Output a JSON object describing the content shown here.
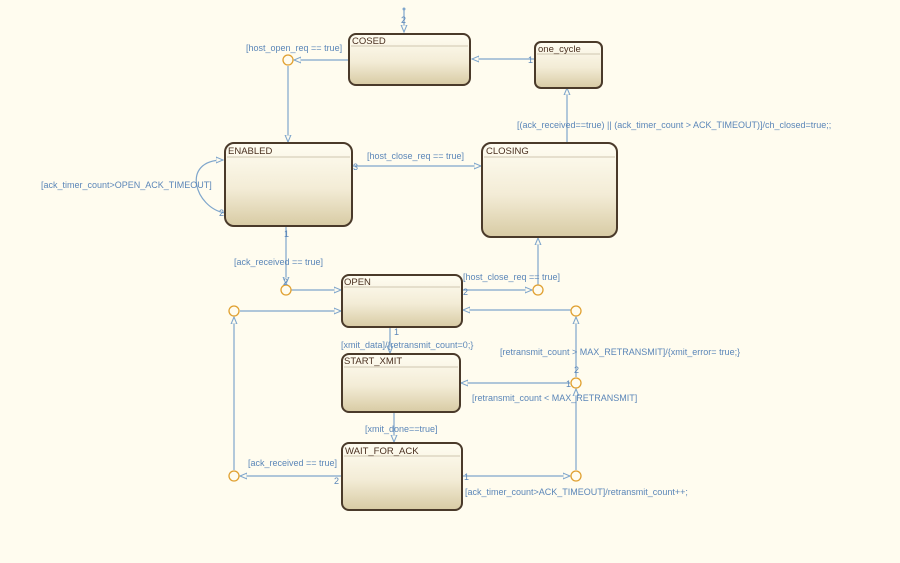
{
  "states": {
    "cosed": "COSED",
    "one_cycle": "one_cycle",
    "enabled": "ENABLED",
    "closing": "CLOSING",
    "open": "OPEN",
    "start_xmit": "START_XMIT",
    "wait_for_ack": "WAIT_FOR_ACK"
  },
  "transitions": {
    "default_order": "2",
    "host_open_req": "[host_open_req == true]",
    "one_cycle_order": "1",
    "closing_to_one_cycle": "[(ack_received==true)  || (ack_timer_count > ACK_TIMEOUT)]/ch_closed=true;;",
    "host_close_req_enabled": "[host_close_req == true]",
    "enabled_order_3": "3",
    "enabled_self": "[ack_timer_count>OPEN_ACK_TIMEOUT]",
    "enabled_order_2": "2",
    "enabled_order_1": "1",
    "ack_received_enabled": "[ack_received == true]",
    "open_junction_order": "2",
    "host_close_req_open": "[host_close_req == true]",
    "open_order_2": "2",
    "xmit_data": "[xmit_data]/{retransmit_count=0;}",
    "open_order_1": "1",
    "retransmit_gt": "[retransmit_count > MAX_RETRANSMIT]/{xmit_error= true;}",
    "retransmit_gt_order": "2",
    "retransmit_lt_order": "1",
    "retransmit_lt": "[retransmit_count < MAX_RETRANSMIT]",
    "xmit_done": "[xmit_done==true]",
    "ack_received_wait": "[ack_received == true]",
    "wait_order_2": "2",
    "wait_order_1": "1",
    "ack_timeout": "[ack_timer_count>ACK_TIMEOUT]/retransmit_count++;"
  }
}
